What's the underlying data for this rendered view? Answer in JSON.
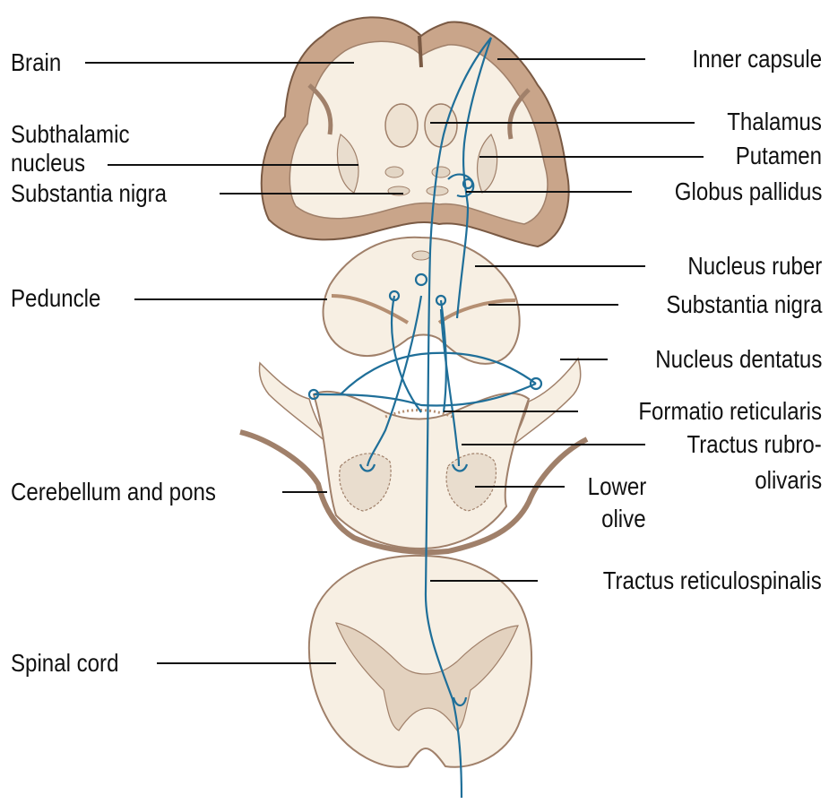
{
  "labels": {
    "brain": "Brain",
    "subthalamic_1": "Subthalamic",
    "subthalamic_2": "nucleus",
    "substantia_nigra_left": "Substantia nigra",
    "peduncle": "Peduncle",
    "cerebellum_pons": "Cerebellum and pons",
    "spinal_cord": "Spinal cord",
    "inner_capsule": "Inner capsule",
    "thalamus": "Thalamus",
    "putamen": "Putamen",
    "globus_pallidus": "Globus pallidus",
    "nucleus_ruber": "Nucleus ruber",
    "substantia_nigra_right": "Substantia nigra",
    "nucleus_dentatus": "Nucleus dentatus",
    "formatio_reticularis": "Formatio reticularis",
    "tractus_rubro_1": "Tractus rubro-",
    "tractus_rubro_2": "olivaris",
    "lower_olive_1": "Lower",
    "lower_olive_2": "olive",
    "tractus_reticulospinalis": "Tractus reticulospinalis"
  },
  "colors": {
    "pathway": "#1f6f99",
    "tissue_fill": "#f7efe3",
    "tissue_outline": "#a0806a",
    "cortex_band": "#c9a58a",
    "leader_line": "#111111"
  }
}
